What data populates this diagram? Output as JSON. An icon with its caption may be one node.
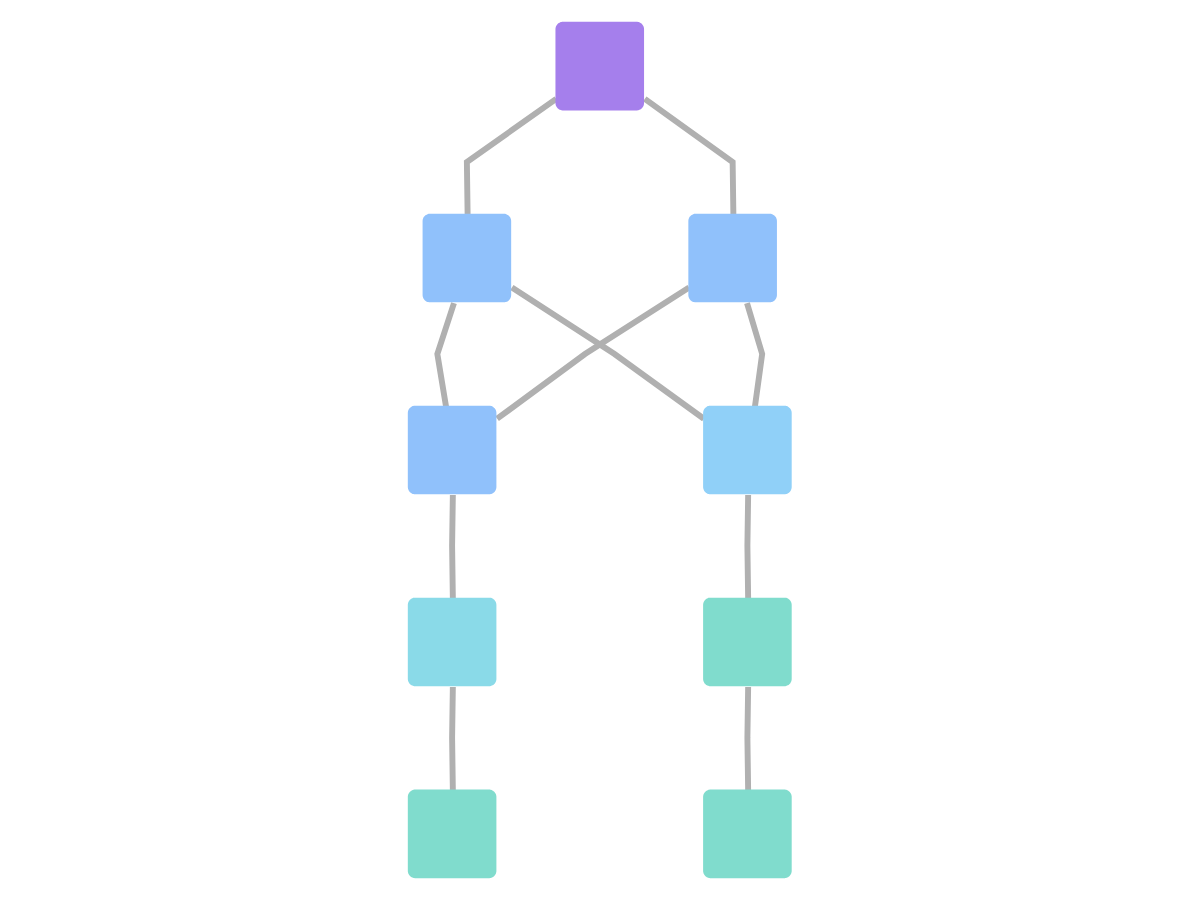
{
  "diagram": {
    "nodes": [
      {
        "text": [],
        "shape": "box"
      },
      {
        "text": [],
        "shape": "box"
      },
      {
        "text": [],
        "shape": "box"
      },
      {
        "text": [],
        "shape": "box"
      },
      {
        "text": [],
        "shape": "box"
      },
      {
        "text": [],
        "shape": "box"
      },
      {
        "text": [],
        "shape": "box"
      },
      {
        "text": [],
        "shape": "box"
      },
      {
        "text": [],
        "shape": "box"
      }
    ],
    "edges": [
      {
        "from": 0,
        "to": 1,
        "arrow": "none"
      },
      {
        "from": 0,
        "to": 2,
        "arrow": "none"
      },
      {
        "from": 1,
        "to": 3,
        "arrow": "none"
      },
      {
        "from": 1,
        "to": 4,
        "arrow": "none"
      },
      {
        "from": 2,
        "to": 3,
        "arrow": "none"
      },
      {
        "from": 2,
        "to": 4,
        "arrow": "none"
      },
      {
        "from": 3,
        "to": 5,
        "arrow": "none"
      },
      {
        "from": 4,
        "to": 6,
        "arrow": "none"
      },
      {
        "from": 5,
        "to": 7,
        "arrow": "none"
      },
      {
        "from": 6,
        "to": 8,
        "arrow": "none"
      }
    ]
  }
}
